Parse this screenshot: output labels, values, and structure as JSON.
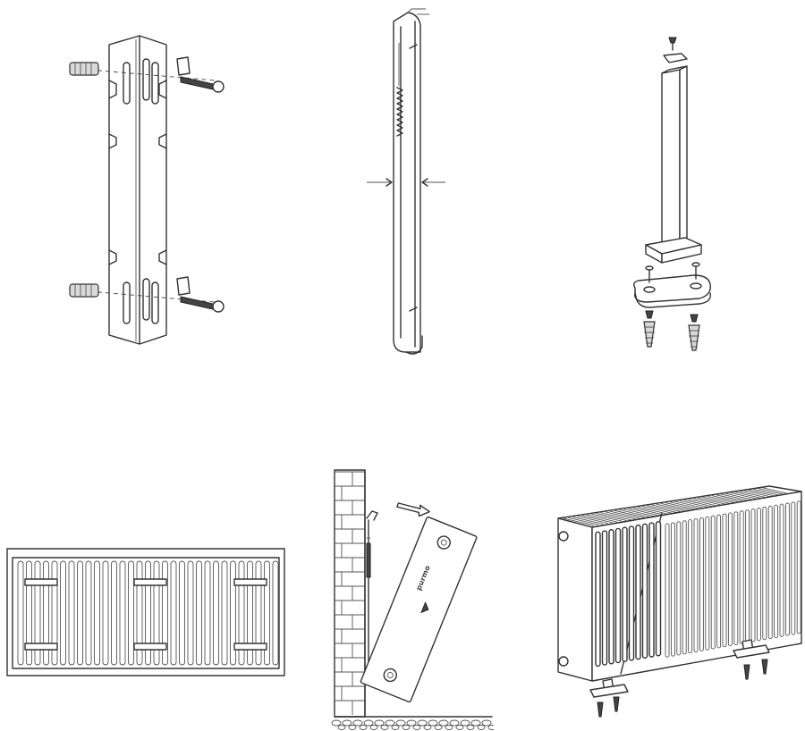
{
  "panels": [
    {
      "id": "wall-bracket",
      "icon": "wall-bracket-icon"
    },
    {
      "id": "side-bracket",
      "icon": "side-bracket-icon"
    },
    {
      "id": "floor-stand",
      "icon": "floor-stand-icon"
    },
    {
      "id": "radiator-rear",
      "icon": "radiator-rear-icon"
    },
    {
      "id": "wall-install",
      "icon": "wall-install-icon"
    },
    {
      "id": "radiator-cutaway",
      "icon": "radiator-cutaway-icon"
    }
  ],
  "wall_install": {
    "tilted_panel_label": "purmo"
  },
  "colors": {
    "line": "#333333",
    "background": "#ffffff"
  }
}
